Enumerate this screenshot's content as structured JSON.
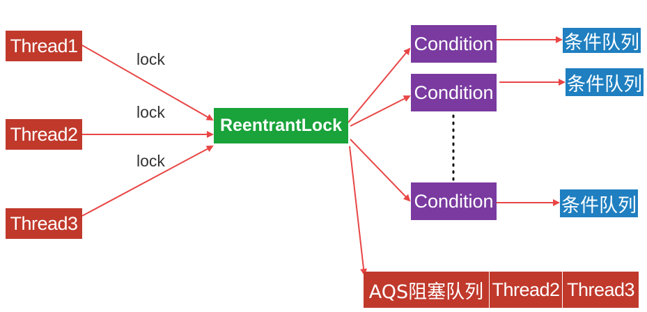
{
  "threads": [
    {
      "id": "t1",
      "label": "Thread1"
    },
    {
      "id": "t2",
      "label": "Thread2"
    },
    {
      "id": "t3",
      "label": "Thread3"
    }
  ],
  "lock_labels": [
    "lock",
    "lock",
    "lock"
  ],
  "reentrant_lock": {
    "label": "ReentrantLock"
  },
  "conditions": [
    {
      "label": "Condition"
    },
    {
      "label": "Condition"
    },
    {
      "label": "Condition"
    }
  ],
  "condition_queues": [
    {
      "label": "条件队列"
    },
    {
      "label": "条件队列"
    },
    {
      "label": "条件队列"
    }
  ],
  "aqs_queue": {
    "label": "AQS阻塞队列",
    "members": [
      "Thread2",
      "Thread3"
    ]
  },
  "colors": {
    "thread": "#c0392b",
    "lock": "#19a33a",
    "condition": "#7a3aa0",
    "queue": "#1f7fc0",
    "arrow": "#e84545"
  }
}
